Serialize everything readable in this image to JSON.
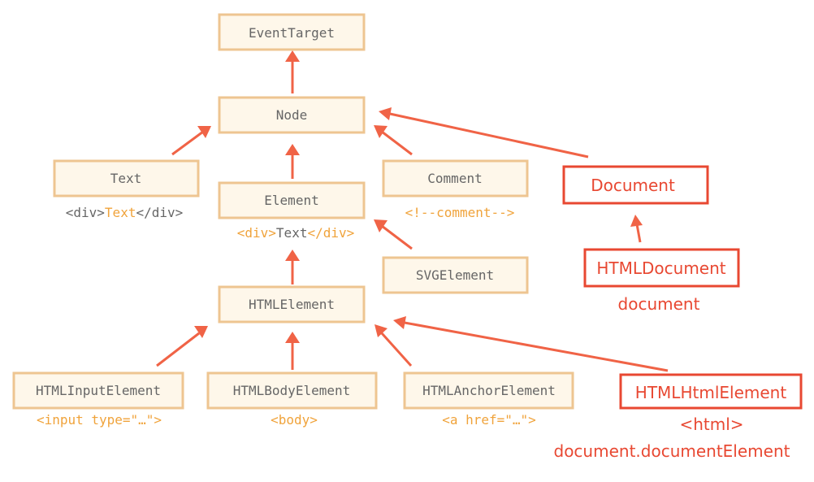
{
  "colors": {
    "box_fill": "#FEF7EA",
    "box_stroke": "#EEC591",
    "box_text": "#666666",
    "arrow": "#F06346",
    "accent_text": "#F0A33B",
    "doc_stroke": "#E84832",
    "doc_text": "#E84832",
    "background": "#FFFFFF"
  },
  "nodes": {
    "event_target": "EventTarget",
    "node": "Node",
    "text": "Text",
    "element": "Element",
    "comment": "Comment",
    "svg_element": "SVGElement",
    "html_element": "HTMLElement",
    "html_input_element": "HTMLInputElement",
    "html_body_element": "HTMLBodyElement",
    "html_anchor_element": "HTMLAnchorElement",
    "document": "Document",
    "html_document": "HTMLDocument",
    "html_html_element": "HTMLHtmlElement"
  },
  "examples": {
    "text_open": "<div>",
    "text_inner": "Text",
    "text_close": "</div>",
    "element_open": "<div>",
    "element_inner": "Text",
    "element_close": "</div>",
    "comment": "<!--comment-->",
    "input": "<input type=\"…\">",
    "body": "<body>",
    "anchor": "<a href=\"…\">",
    "document": "document",
    "html_tag": "<html>",
    "document_element": "document.documentElement"
  }
}
